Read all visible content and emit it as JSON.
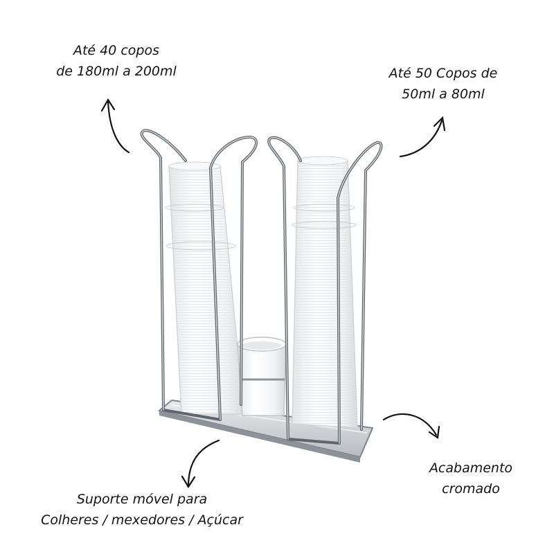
{
  "annotations": {
    "top_left": {
      "line1": "Até 40 copos",
      "line2": "de 180ml a 200ml"
    },
    "top_right": {
      "line1": "Até 50 Copos de",
      "line2": "50ml a 80ml"
    },
    "bottom_right": {
      "line1": "Acabamento",
      "line2": "cromado"
    },
    "bottom_left": {
      "line1": "Suporte móvel para",
      "line2": "Colheres / mexedores / Açúcar"
    }
  },
  "colors": {
    "chrome": "#9aa0a6",
    "chrome_dark": "#5f656b",
    "cup": "#f4f5f6",
    "cup_shadow": "#d9dcdf",
    "text": "#111111"
  }
}
